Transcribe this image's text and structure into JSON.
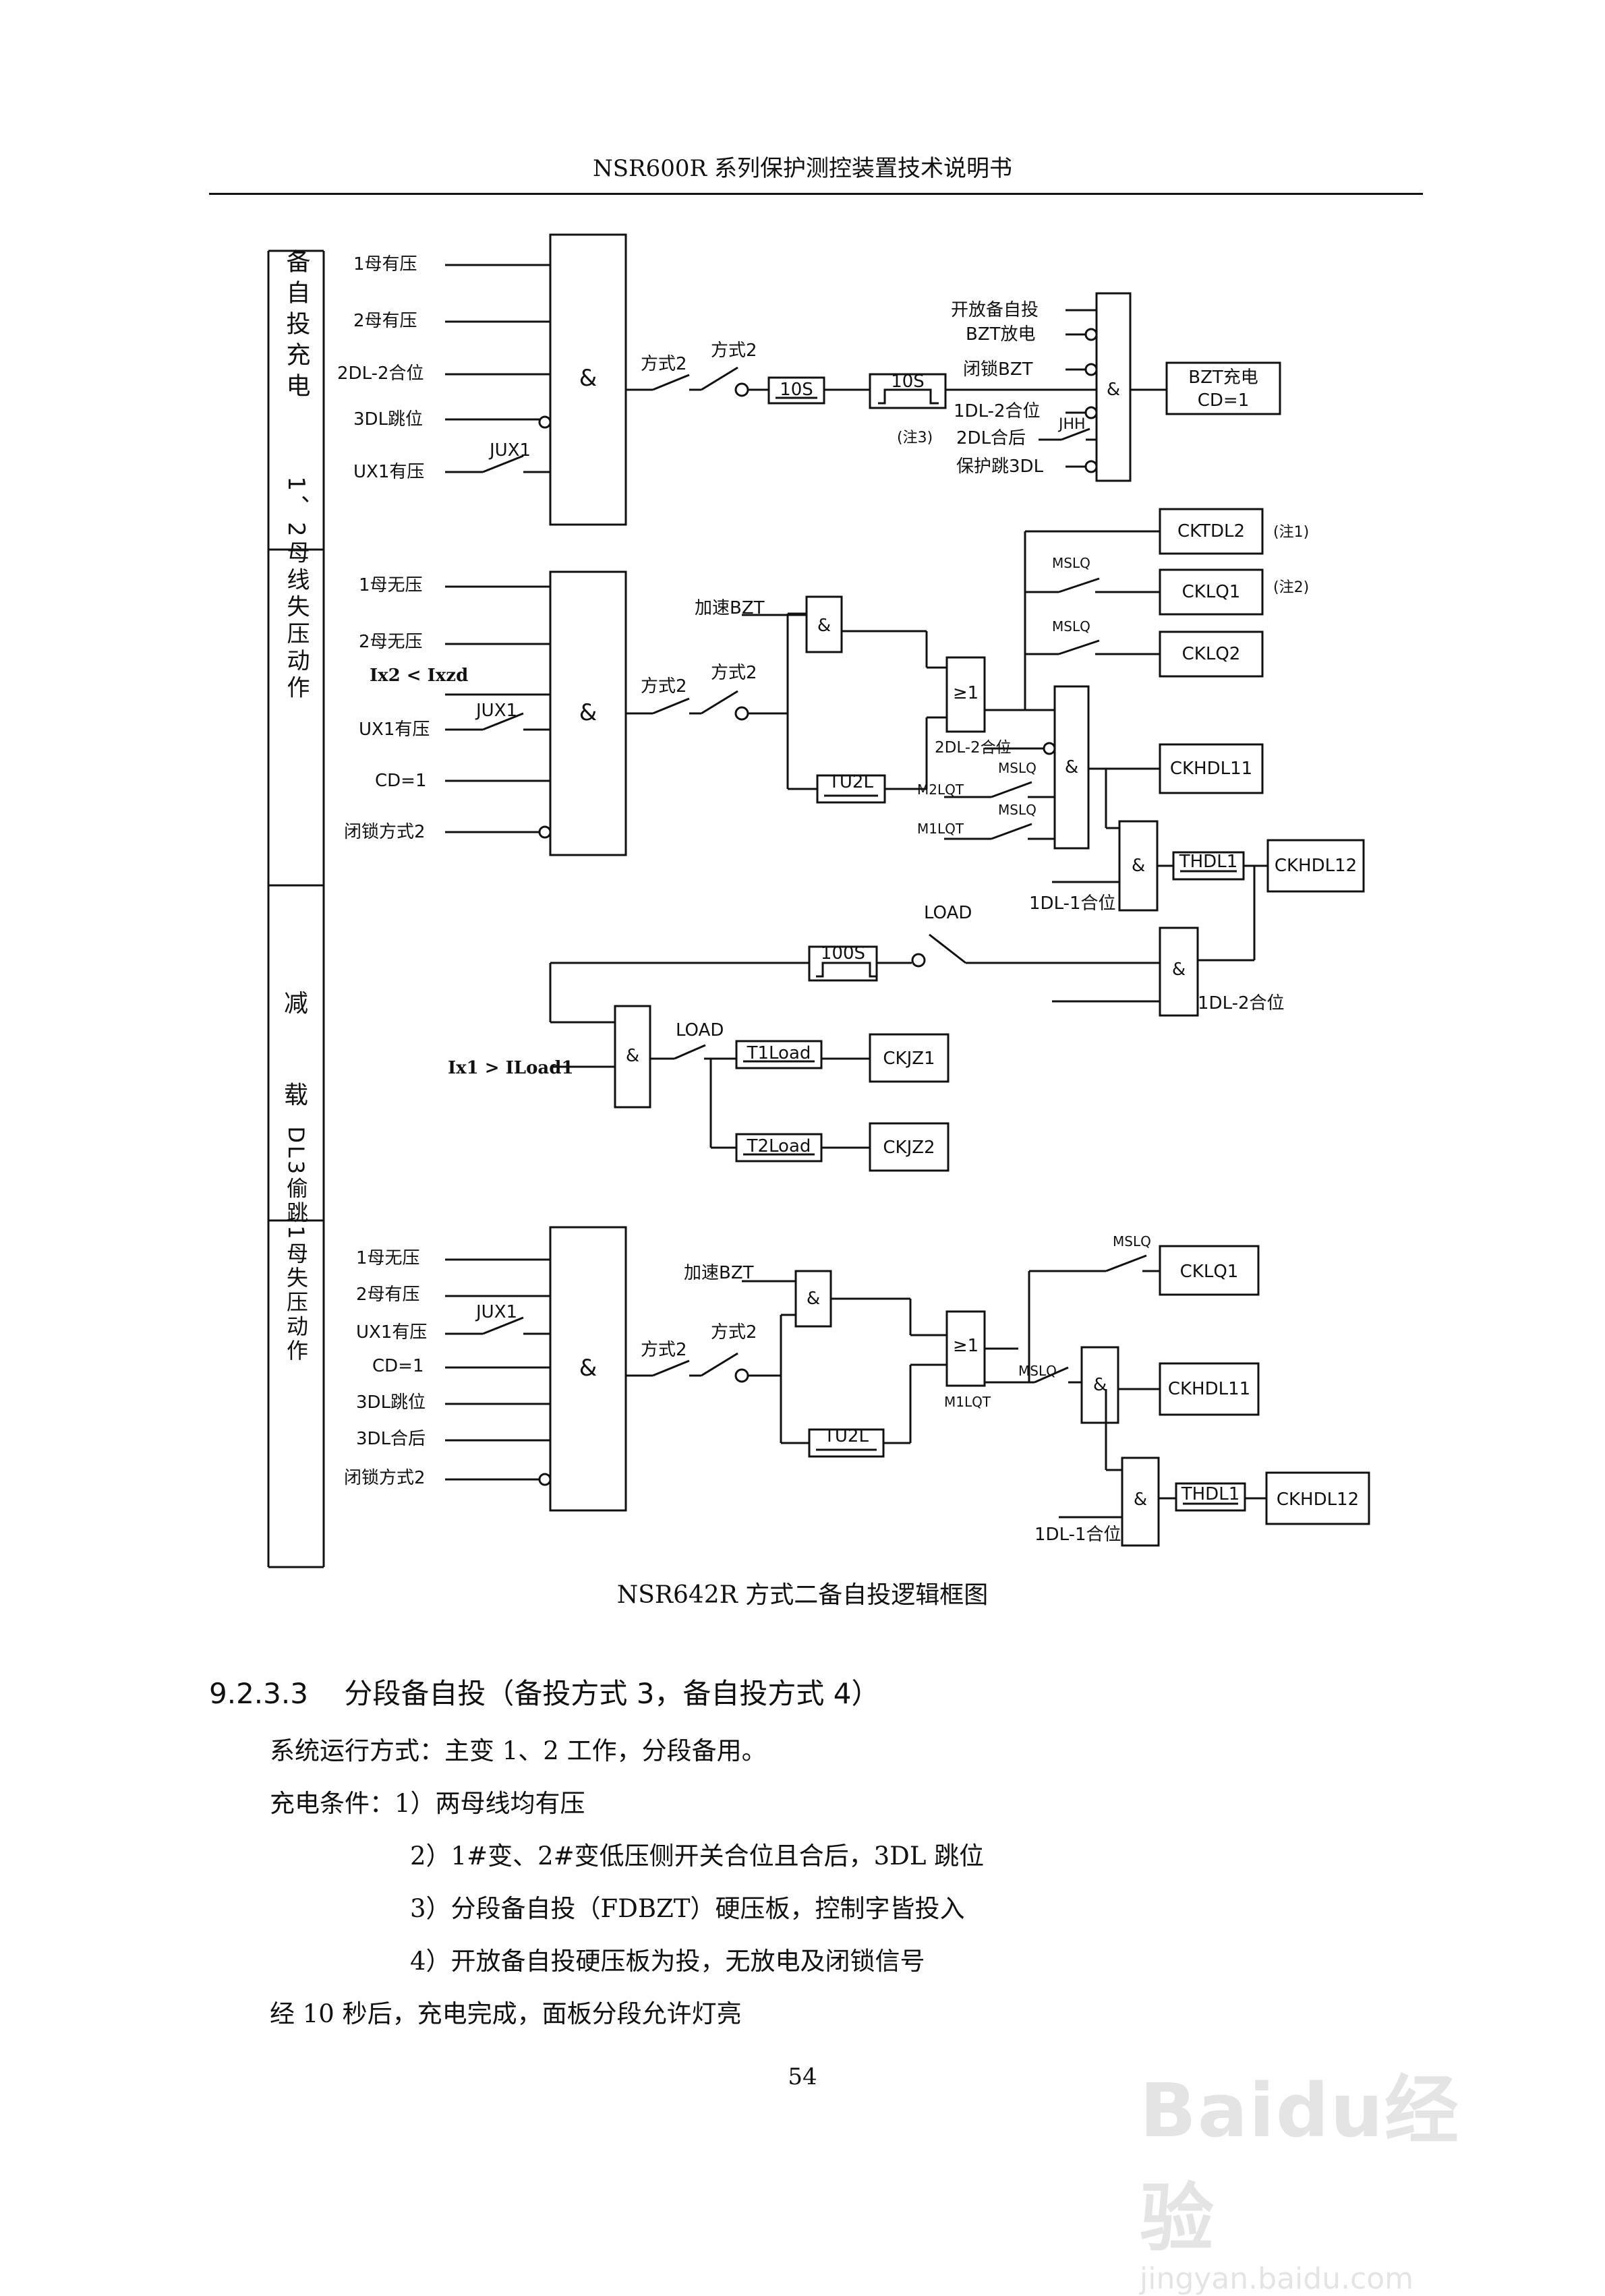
{
  "header": {
    "title": "NSR600R 系列保护测控装置技术说明书"
  },
  "diagram": {
    "sections": [
      {
        "label": "备自投充电"
      },
      {
        "label": "1、2母线失压动作"
      },
      {
        "label": "减\n\n\n载"
      },
      {
        "label": "DL3偷跳1母失压动作"
      }
    ],
    "charge": {
      "inputs": [
        "1母有压",
        "2母有压",
        "2DL-2合位",
        "3DL跳位",
        "UX1有压"
      ],
      "jux1": "JUX1",
      "and": "&",
      "mode_label": "方式2",
      "mode_label2": "方式2",
      "t10s_a": "10S",
      "t10s_b": "10S",
      "note3": "(注3)",
      "right_inputs": [
        "开放备自投",
        "BZT放电",
        "闭锁BZT",
        "1DL-2合位",
        "2DL合后",
        "保护跳3DL"
      ],
      "jhh": "JHH",
      "and2": "&",
      "out_line1": "BZT充电",
      "out_line2": "CD=1"
    },
    "loss": {
      "inputs": [
        "1母无压",
        "2母无压",
        "Ix2 < Ixzd",
        "UX1有压",
        "CD=1",
        "闭锁方式2"
      ],
      "jux1": "JUX1",
      "and": "&",
      "mode_label": "方式2",
      "mode_label2": "方式2",
      "accel": "加速BZT",
      "and_small": "&",
      "tu2l": "TU2L",
      "or": "≥1",
      "dl2": "2DL-2合位",
      "msl_a": "MSLQ",
      "msl_b": "MSLQ",
      "msl_c": "MSLQ",
      "msl_d": "MSLQ",
      "m2lqt": "M2LQT",
      "m1lqt": "M1LQT",
      "out_ckt": "CKTDL2",
      "out_cklq1": "CKLQ1",
      "out_cklq2": "CKLQ2",
      "note1": "(注1)",
      "note2": "(注2)",
      "and_mid": "&",
      "out_ckhdl11": "CKHDL11",
      "and_low": "&",
      "thdl1": "THDL1",
      "out_ckhdl12": "CKHDL12",
      "dl1": "1DL-1合位"
    },
    "load": {
      "t100": "100S",
      "load_a": "LOAD",
      "and_r": "&",
      "dl12": "1DL-2合位",
      "ix1": "Ix1 > ILoad1",
      "and_l": "&",
      "load_b": "LOAD",
      "t1load": "T1Load",
      "t2load": "T2Load",
      "ckjz1": "CKJZ1",
      "ckjz2": "CKJZ2"
    },
    "dl3": {
      "inputs": [
        "1母无压",
        "2母有压",
        "UX1有压",
        "CD=1",
        "3DL跳位",
        "3DL合后",
        "闭锁方式2"
      ],
      "jux1": "JUX1",
      "and": "&",
      "mode_label": "方式2",
      "mode_label2": "方式2",
      "accel": "加速BZT",
      "and_small": "&",
      "tu2l": "TU2L",
      "or": "≥1",
      "m1lqt": "M1LQT",
      "msl_a": "MSLQ",
      "msl_b": "MSLQ",
      "out_cklq1": "CKLQ1",
      "and_mid": "&",
      "out_ckhdl11": "CKHDL11",
      "and_low": "&",
      "thdl1": "THDL1",
      "out_ckhdl12": "CKHDL12",
      "dl1": "1DL-1合位"
    }
  },
  "caption": "NSR642R 方式二备自投逻辑框图",
  "section_title": "9.2.3.3    分段备自投（备投方式 3，备自投方式 4）",
  "paragraphs": [
    "系统运行方式：主变 1、2 工作，分段备用。",
    "充电条件：1）两母线均有压",
    "2）1#变、2#变低压侧开关合位且合后，3DL 跳位",
    "3）分段备自投（FDBZT）硬压板，控制字皆投入",
    "4）开放备自投硬压板为投，无放电及闭锁信号",
    "经 10 秒后，充电完成，面板分段允许灯亮"
  ],
  "page_number": "54",
  "watermark": {
    "logo": "Baidu经验",
    "url": "jingyan.baidu.com"
  }
}
